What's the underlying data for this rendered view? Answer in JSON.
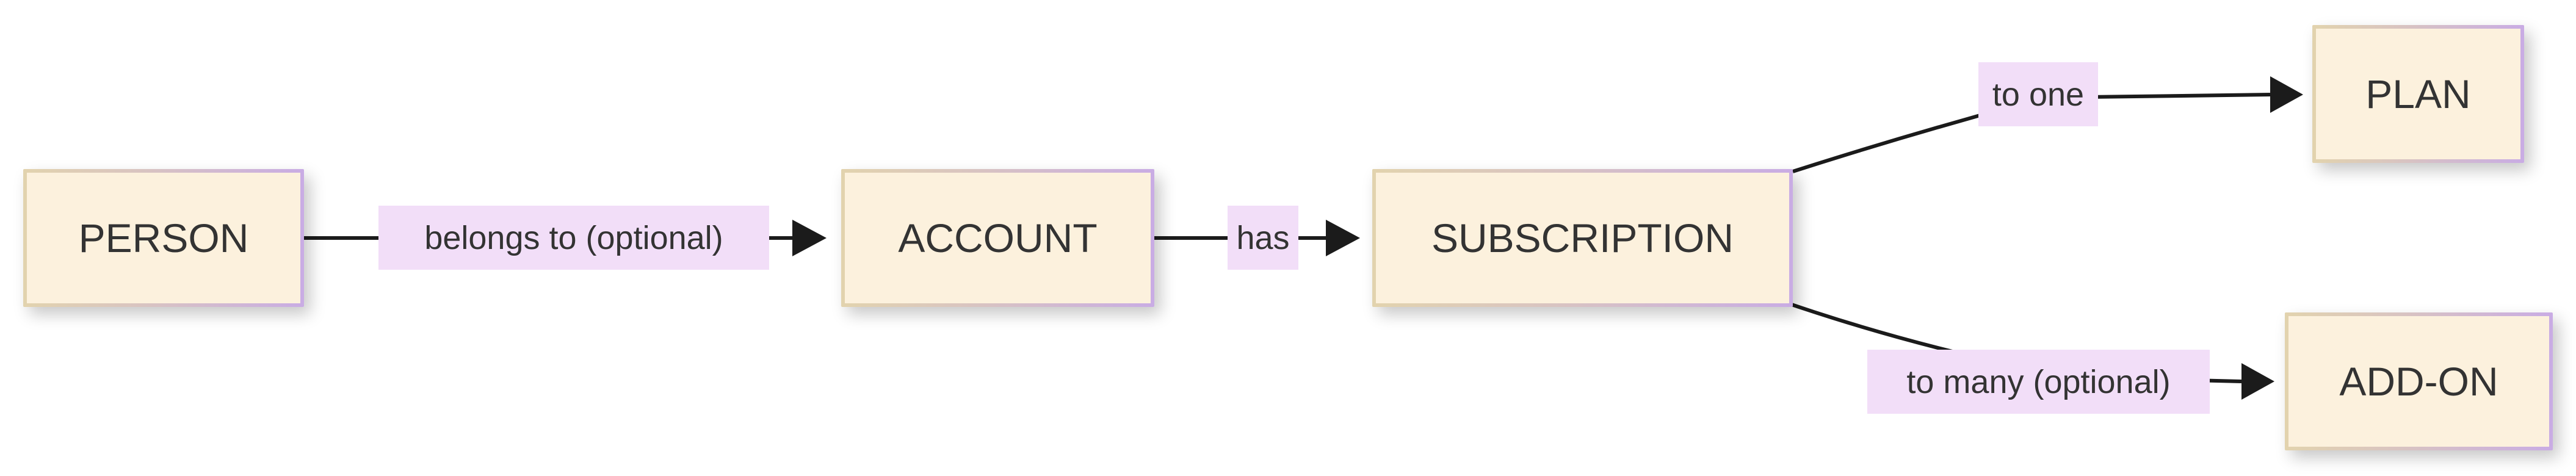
{
  "diagram": {
    "type": "flowchart",
    "direction": "left-to-right",
    "nodes": [
      {
        "id": "person",
        "label": "PERSON"
      },
      {
        "id": "account",
        "label": "ACCOUNT"
      },
      {
        "id": "subscription",
        "label": "SUBSCRIPTION"
      },
      {
        "id": "plan",
        "label": "PLAN"
      },
      {
        "id": "addon",
        "label": "ADD-ON"
      }
    ],
    "edges": [
      {
        "from": "PERSON",
        "to": "ACCOUNT",
        "label": "belongs to (optional)"
      },
      {
        "from": "ACCOUNT",
        "to": "SUBSCRIPTION",
        "label": "has"
      },
      {
        "from": "SUBSCRIPTION",
        "to": "PLAN",
        "label": "to one"
      },
      {
        "from": "SUBSCRIPTION",
        "to": "ADD-ON",
        "label": "to many (optional)"
      }
    ],
    "colors": {
      "background": "#FFFFFF",
      "node_fill": "#FCF1DD",
      "node_border_gradient_start": "#E2D3AE",
      "node_border_gradient_end": "#C9ACE4",
      "edge_label_background": "#F2DEF8",
      "text": "#333333",
      "connector_line": "#1B1B1B"
    }
  }
}
